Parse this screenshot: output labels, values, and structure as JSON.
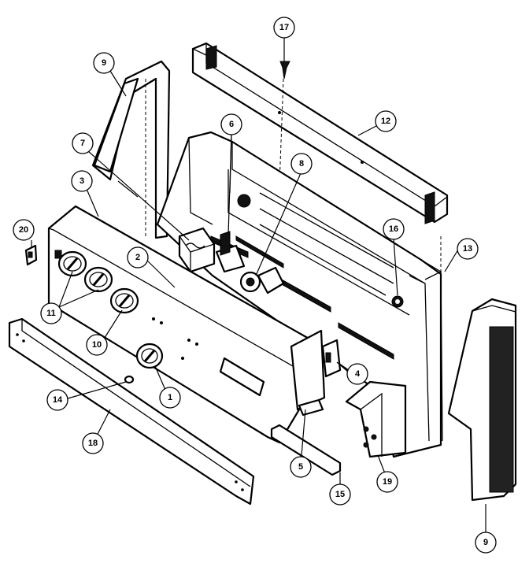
{
  "callouts": [
    {
      "id": "c17",
      "label": "17"
    },
    {
      "id": "c9a",
      "label": "9"
    },
    {
      "id": "c12",
      "label": "12"
    },
    {
      "id": "c6",
      "label": "6"
    },
    {
      "id": "c7",
      "label": "7"
    },
    {
      "id": "c8",
      "label": "8"
    },
    {
      "id": "c3",
      "label": "3"
    },
    {
      "id": "c20",
      "label": "20"
    },
    {
      "id": "c16",
      "label": "16"
    },
    {
      "id": "c13",
      "label": "13"
    },
    {
      "id": "c2",
      "label": "2"
    },
    {
      "id": "c11",
      "label": "11"
    },
    {
      "id": "c10",
      "label": "10"
    },
    {
      "id": "c4",
      "label": "4"
    },
    {
      "id": "c14",
      "label": "14"
    },
    {
      "id": "c1",
      "label": "1"
    },
    {
      "id": "c18",
      "label": "18"
    },
    {
      "id": "c5",
      "label": "5"
    },
    {
      "id": "c15",
      "label": "15"
    },
    {
      "id": "c19",
      "label": "19"
    },
    {
      "id": "c9b",
      "label": "9"
    }
  ]
}
